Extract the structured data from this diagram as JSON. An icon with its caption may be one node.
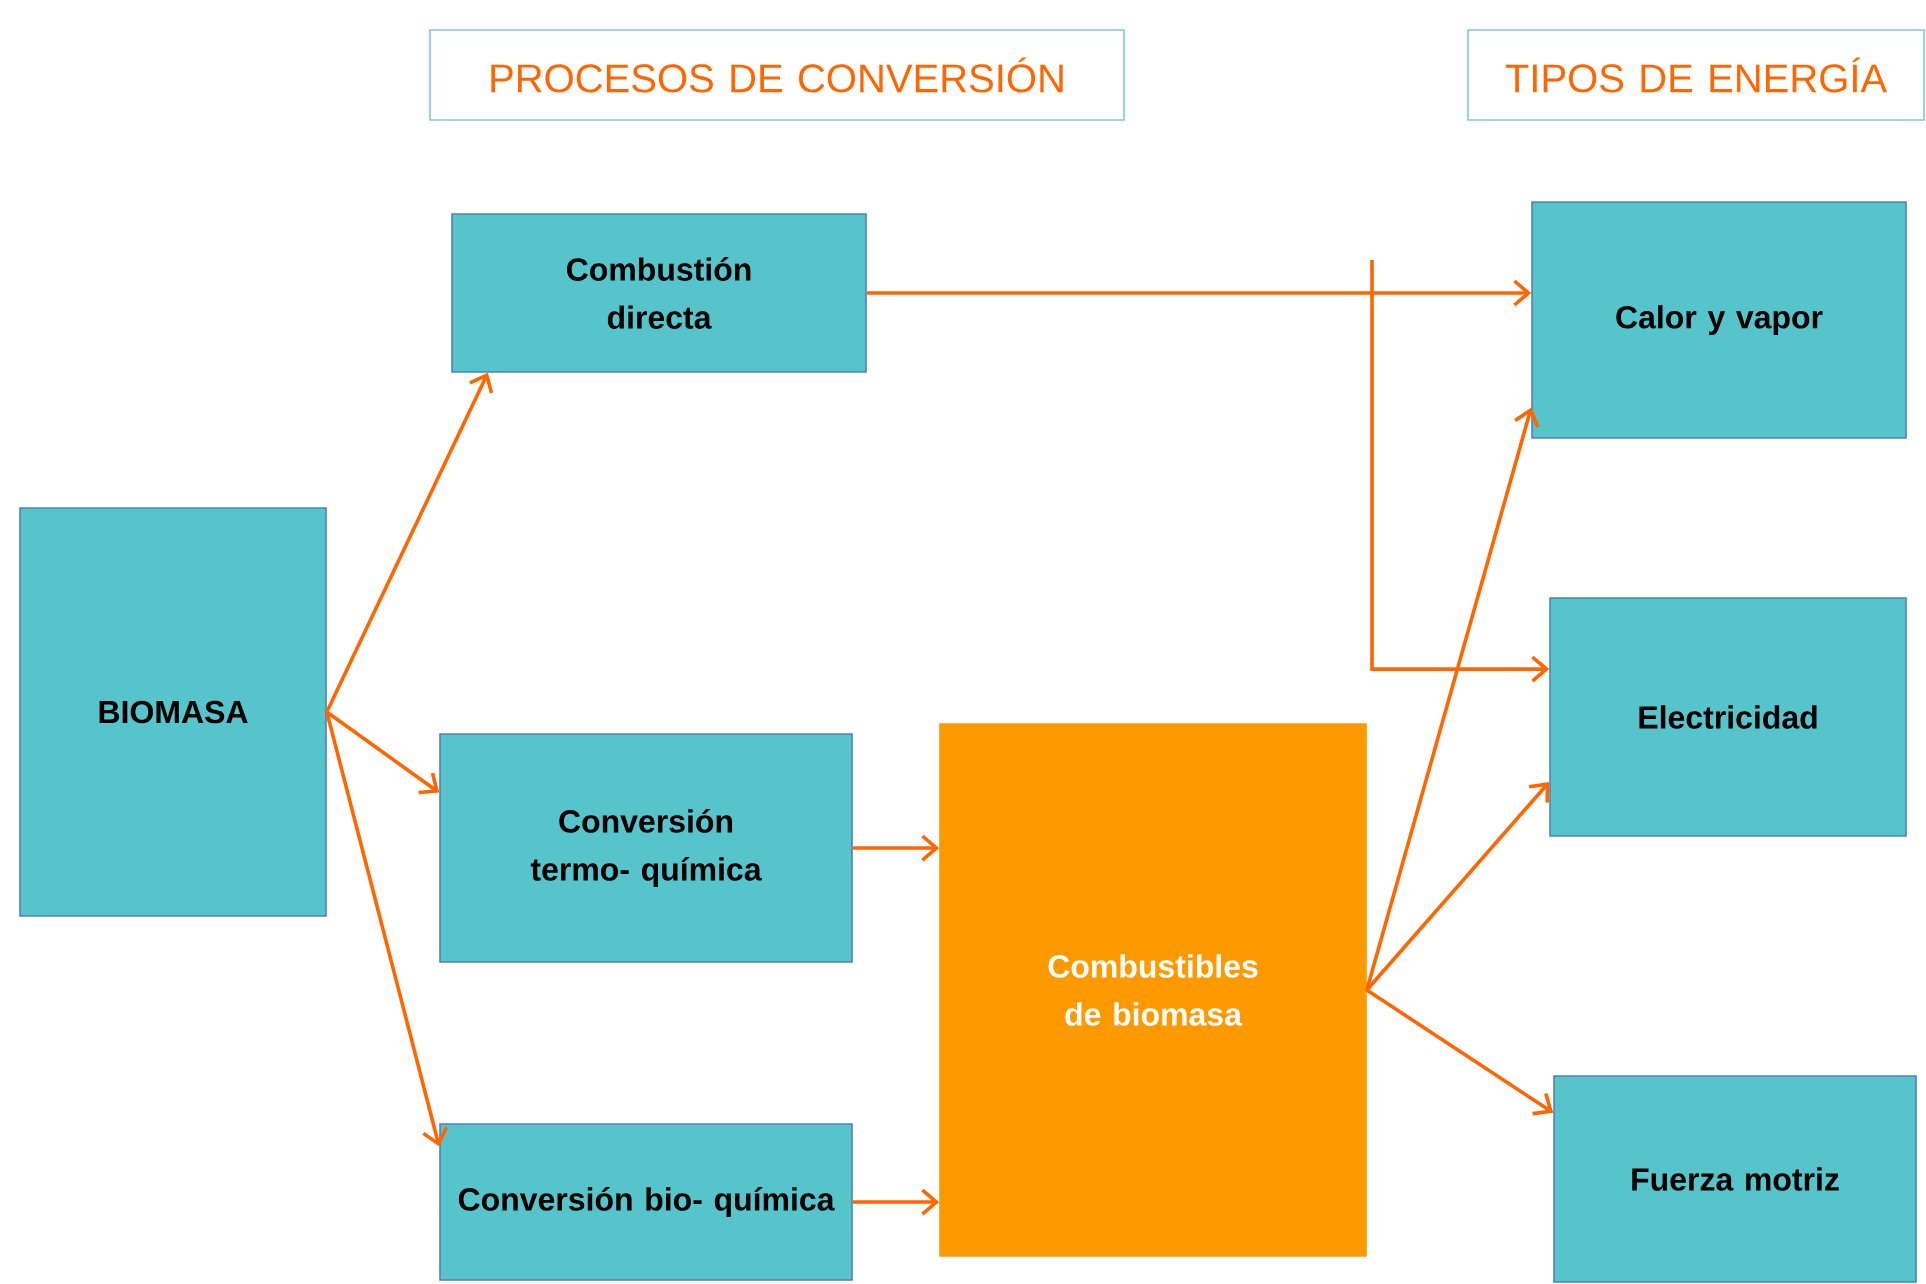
{
  "diagram": {
    "nodes": [
      {
        "text": [
          "PROCESOS DE CONVERSIÓN"
        ]
      },
      {
        "text": [
          "TIPOS DE ENERGÍA"
        ]
      },
      {
        "text": [
          "BIOMASA"
        ]
      },
      {
        "text": [
          "Combustión directa"
        ]
      },
      {
        "text": [
          "Conversión termo- química"
        ]
      },
      {
        "text": [
          "Conversión bio- química"
        ]
      },
      {
        "text": [
          "Combustibles de biomasa"
        ]
      },
      {
        "text": [
          "Calor y vapor"
        ]
      },
      {
        "text": [
          "Electricidad"
        ]
      },
      {
        "text": [
          "Fuerza motriz"
        ]
      }
    ],
    "edges": [
      {
        "from": 2,
        "to": 3,
        "arrow": "to"
      },
      {
        "from": 2,
        "to": 4,
        "arrow": "to"
      },
      {
        "from": 2,
        "to": 5,
        "arrow": "to"
      },
      {
        "from": 4,
        "to": 6,
        "arrow": "to"
      },
      {
        "from": 5,
        "to": 6,
        "arrow": "to"
      },
      {
        "from": 3,
        "to": 7,
        "arrow": "to"
      },
      {
        "from": 6,
        "to": 7,
        "arrow": "to"
      },
      {
        "from": 6,
        "to": 8,
        "arrow": "to"
      },
      {
        "from": 6,
        "to": 9,
        "arrow": "to"
      },
      {
        "from": null,
        "to": 8,
        "arrow": "to"
      }
    ]
  }
}
